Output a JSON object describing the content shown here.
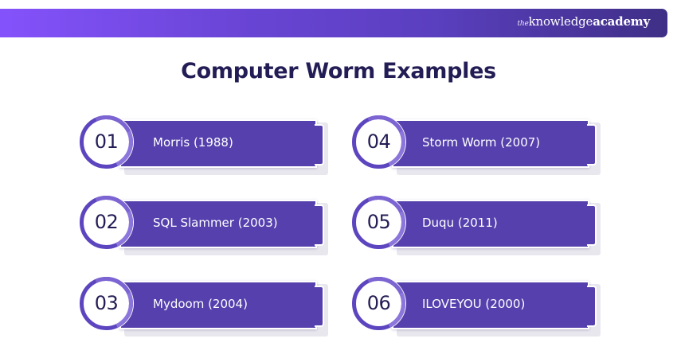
{
  "header": {
    "brand_the": "the",
    "brand_knowledge": "knowledge",
    "brand_academy": "academy"
  },
  "title": "Computer Worm Examples",
  "colors": {
    "banner_start": "#8452fb",
    "banner_end": "#3f2f86",
    "bar": "#5540ad",
    "ring": "#5d45bf",
    "title": "#231d55"
  },
  "items": [
    {
      "number": "01",
      "label": "Morris (1988)"
    },
    {
      "number": "02",
      "label": "SQL Slammer (2003)"
    },
    {
      "number": "03",
      "label": "Mydoom (2004)"
    },
    {
      "number": "04",
      "label": "Storm Worm (2007)"
    },
    {
      "number": "05",
      "label": "Duqu (2011)"
    },
    {
      "number": "06",
      "label": "ILOVEYOU (2000)"
    }
  ]
}
